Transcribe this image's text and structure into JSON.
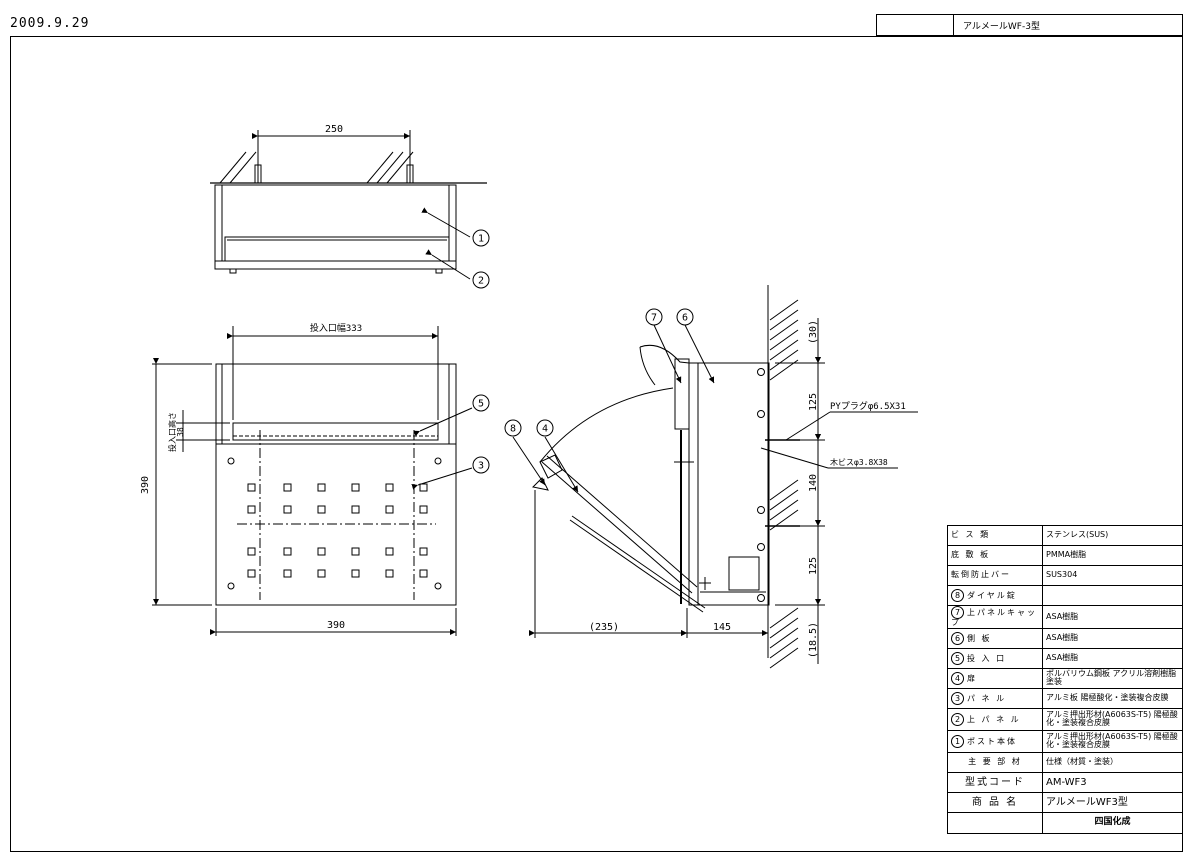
{
  "header": {
    "date": "2009.9.29",
    "title": "アルメールWF-3型"
  },
  "dimensions": {
    "top_width": "250",
    "front_slot_width": "投入口幅333",
    "front_slot_height": "投入口高さ",
    "front_slot_h_val": "38",
    "height_total": "390",
    "width_total": "390",
    "side_top": "(30)",
    "side_upper": "125",
    "side_mid": "140",
    "side_lower": "125",
    "side_bottom": "(18.5)",
    "depth_open": "(235)",
    "depth_body": "145"
  },
  "callouts": [
    "1",
    "2",
    "3",
    "4",
    "5",
    "6",
    "7",
    "8"
  ],
  "notes": {
    "plug": "PYプラグφ6.5X31",
    "screw": "木ビスφ3.8X38"
  },
  "spec_table": [
    {
      "num": "",
      "label": "ビ ス 類",
      "spec": "ステンレス(SUS)"
    },
    {
      "num": "",
      "label": "底 敷 板",
      "spec": "PMMA樹脂"
    },
    {
      "num": "",
      "label": "転倒防止バー",
      "spec": "SUS304"
    },
    {
      "num": "8",
      "label": "ダイヤル錠",
      "spec": ""
    },
    {
      "num": "7",
      "label": "上パネルキャップ",
      "spec": "ASA樹脂"
    },
    {
      "num": "6",
      "label": "側 板",
      "spec": "ASA樹脂"
    },
    {
      "num": "5",
      "label": "投 入 口",
      "spec": "ASA樹脂"
    },
    {
      "num": "4",
      "label": "扉",
      "spec": "ポルバリウム鋼板 アクリル溶剤樹脂塗装"
    },
    {
      "num": "3",
      "label": "パ ネ ル",
      "spec": "アルミ板 陽極酸化・塗装複合皮膜"
    },
    {
      "num": "2",
      "label": "上 パ ネ ル",
      "spec": "アルミ押出形材(A6063S-T5) 陽極酸化・塗装複合皮膜"
    },
    {
      "num": "1",
      "label": "ポスト本体",
      "spec": "アルミ押出形材(A6063S-T5) 陽極酸化・塗装複合皮膜"
    }
  ],
  "footer": {
    "material_label": "主 要 部 材",
    "material_value": "仕様（材質・塗装）",
    "code_label": "型式コード",
    "code_value": "AM-WF3",
    "name_label": "商 品 名",
    "name_value": "アルメールWF3型",
    "logo": "四国化成"
  }
}
